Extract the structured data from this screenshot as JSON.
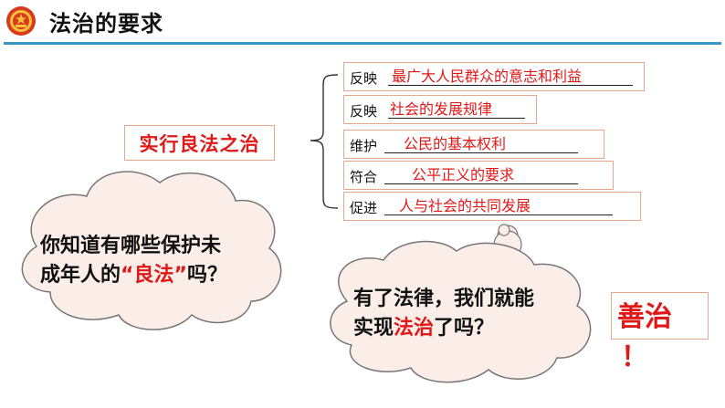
{
  "header": {
    "title": "法治的要求"
  },
  "main_concept": "实行良法之治",
  "rows": [
    {
      "verb": "反映",
      "answer": "最广大人民群众的意志和利益"
    },
    {
      "verb": "反映",
      "answer": "社会的发展规律"
    },
    {
      "verb": "维护",
      "answer": "公民的基本权利"
    },
    {
      "verb": "符合",
      "answer": "公平正义的要求"
    },
    {
      "verb": "促进",
      "answer": "人与社会的共同发展"
    }
  ],
  "cloud1": {
    "line1": "你知道有哪些保护未",
    "line2_prefix": "成年人的",
    "line2_highlight": "“良法”",
    "line2_suffix": "吗？"
  },
  "cloud2": {
    "line1": "有了法律，我们就能",
    "line2_prefix": "实现",
    "line2_highlight": "法治",
    "line2_suffix": "了吗？"
  },
  "answer_box": {
    "text": "善治",
    "exclaim": "！"
  },
  "colors": {
    "accent_blue": "#3b96c6",
    "highlight_red": "#e01818",
    "cloud_fill": "#fbeee8",
    "box_border": "#e6a78f"
  }
}
